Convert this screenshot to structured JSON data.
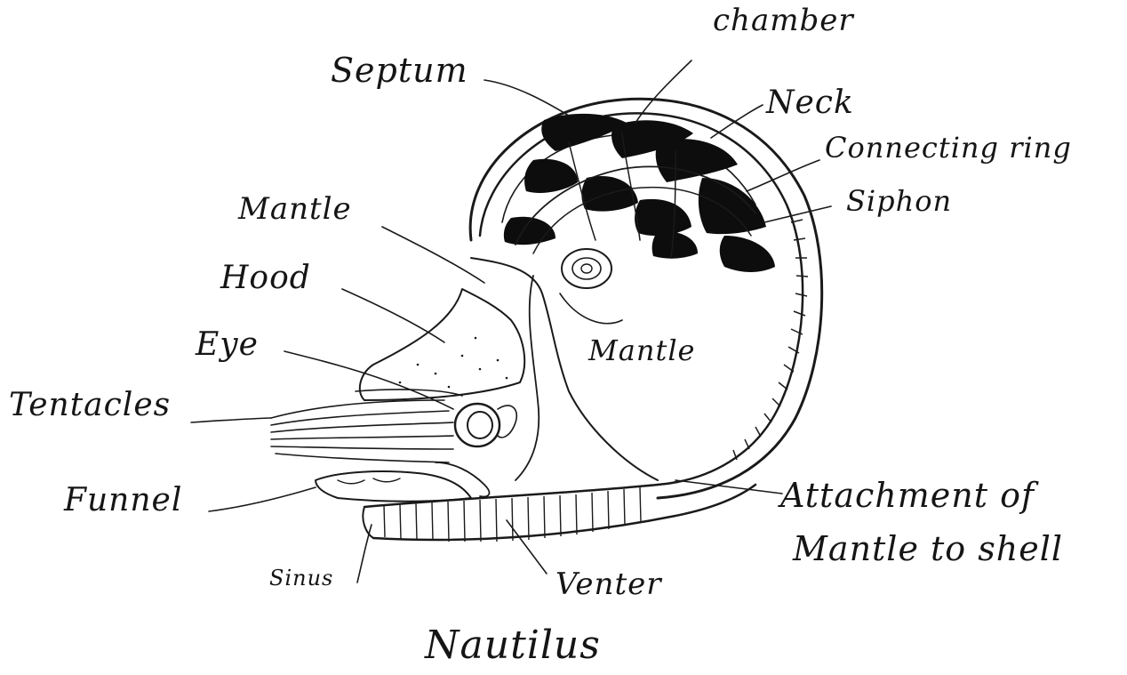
{
  "title": "Nautilus",
  "labels": {
    "chamber": "chamber",
    "septum": "Septum",
    "neck": "Neck",
    "connecting_ring": "Connecting ring",
    "siphon": "Siphon",
    "mantle_upper": "Mantle",
    "mantle_inner": "Mantle",
    "hood": "Hood",
    "eye": "Eye",
    "tentacles": "Tentacles",
    "funnel": "Funnel",
    "attachment_line1": "Attachment of",
    "attachment_line2": "Mantle to shell",
    "sinus": "Sinus",
    "venter": "Venter"
  },
  "ink_color": "#1a1a1a",
  "background_color": "#ffffff"
}
